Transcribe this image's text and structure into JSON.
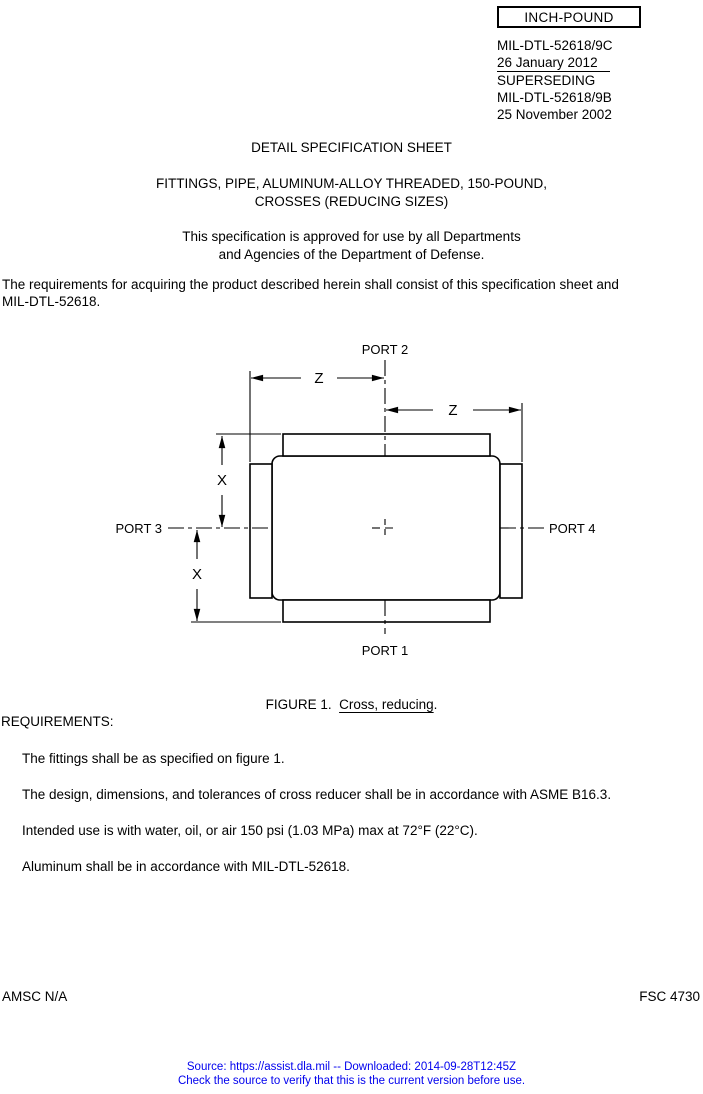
{
  "colors": {
    "paper": "#ffffff",
    "ink": "#000000",
    "footer_text": "#0000ee"
  },
  "header": {
    "stamp": "INCH-POUND",
    "doc_id": "MIL-DTL-52618/9C",
    "date": "26 January 2012",
    "superseding_label": "SUPERSEDING",
    "superseded_id": "MIL-DTL-52618/9B",
    "superseded_date": "25 November 2002"
  },
  "title_block": {
    "sheet_type": "DETAIL SPECIFICATION SHEET",
    "title_line1": "FITTINGS, PIPE, ALUMINUM-ALLOY THREADED, 150-POUND,",
    "title_line2": "CROSSES (REDUCING SIZES)",
    "approval_line1": "This specification is approved for use by all Departments",
    "approval_line2": "and Agencies of the Department of Defense."
  },
  "intro": {
    "line1": "The requirements for acquiring the product described herein shall consist of this specification sheet and",
    "line2": "MIL-DTL-52618."
  },
  "figure": {
    "ports": {
      "port1": "PORT 1",
      "port2": "PORT 2",
      "port3": "PORT 3",
      "port4": "PORT 4"
    },
    "dims": {
      "z": "Z",
      "x": "X"
    },
    "caption_prefix": "FIGURE 1.  ",
    "caption_title": "Cross, reducing",
    "caption_suffix": "."
  },
  "requirements": {
    "heading": "REQUIREMENTS:",
    "items": [
      "The fittings shall be as specified on figure 1.",
      "The design, dimensions, and tolerances of cross reducer shall be in accordance with ASME B16.3.",
      "Intended use is with water, oil, or air 150 psi (1.03 MPa) max at 72°F (22°C).",
      "Aluminum shall be in accordance with MIL-DTL-52618."
    ]
  },
  "footer": {
    "amsc": "AMSC N/A",
    "fsc": "FSC 4730",
    "source_line": "Source: https://assist.dla.mil -- Downloaded: 2014-09-28T12:45Z",
    "verify_line": "Check the source to verify that this is the current version before use."
  }
}
